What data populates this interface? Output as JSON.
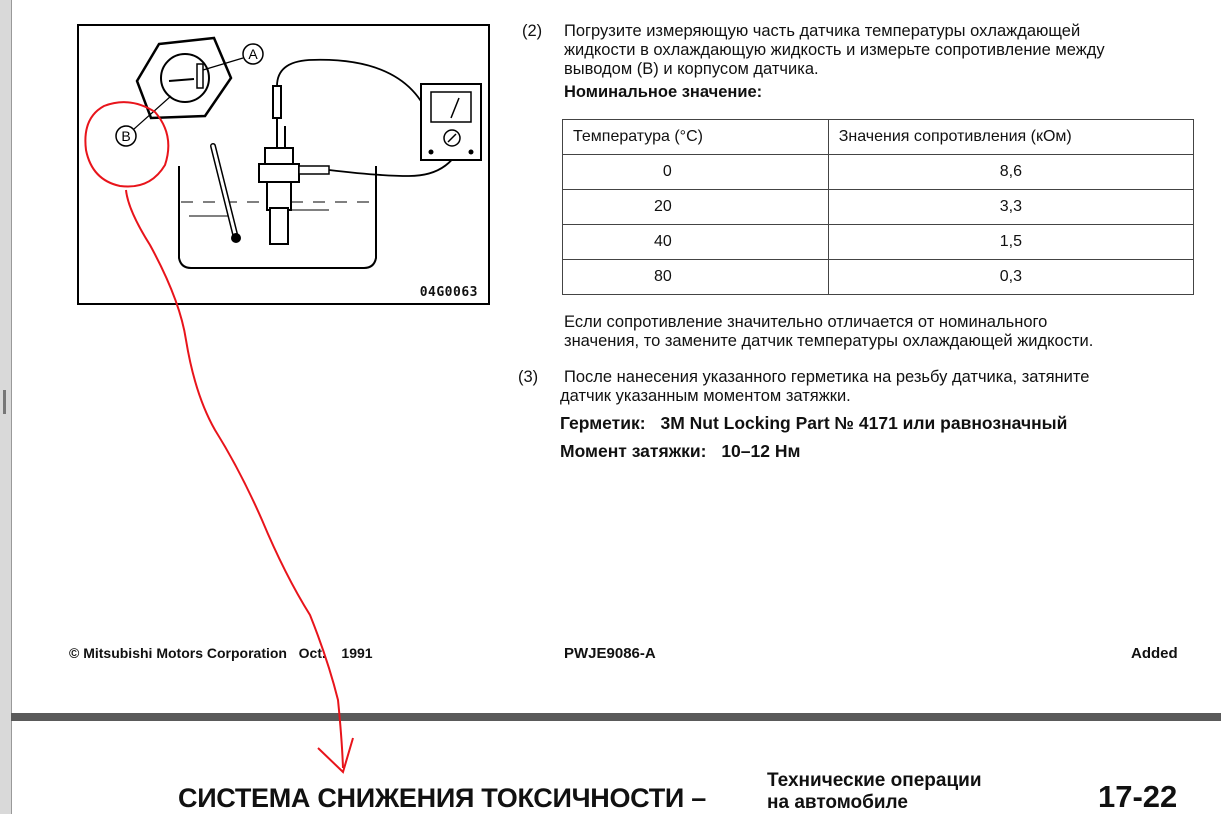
{
  "figure": {
    "code": "04G0063",
    "label_a": "A",
    "label_b": "B"
  },
  "step2": {
    "number": "(2)",
    "text_line1": "Погрузите измеряющую часть датчика температуры охлаждающей",
    "text_line2": "жидкости в охлаждающую жидкость и измерьте сопротивление между",
    "text_line3": "выводом (В) и корпусом датчика.",
    "nominal_heading": "Номинальное значение:"
  },
  "spec_table": {
    "headers": [
      "Температура (°C)",
      "Значения сопротивления (кОм)"
    ],
    "rows": [
      [
        "0",
        "8,6"
      ],
      [
        "20",
        "3,3"
      ],
      [
        "40",
        "1,5"
      ],
      [
        "80",
        "0,3"
      ]
    ]
  },
  "note": {
    "line1": "Если сопротивление значительно отличается от номинального",
    "line2": "значения, то замените датчик температуры охлаждающей жидкости."
  },
  "step3": {
    "number": "(3)",
    "text_line1": "После нанесения указанного герметика на резьбу датчика, затяните",
    "text_line2": "датчик указанным моментом затяжки.",
    "sealant_label": "Герметик:",
    "sealant_value": "3M Nut Locking Part № 4171 или равнозначный",
    "torque_label": "Момент затяжки:",
    "torque_value": "10–12 Нм"
  },
  "footer": {
    "copyright": "© Mitsubishi Motors Corporation   Oct.    1991",
    "doc_code": "PWJE9086-A",
    "status": "Added"
  },
  "next_page": {
    "chapter_title": "СИСТЕМА СНИЖЕНИЯ ТОКСИЧНОСТИ –",
    "chapter_sub_line1": "Технические операции",
    "chapter_sub_line2": "на автомобиле",
    "page_number": "17-22"
  },
  "colors": {
    "annotation": "#e8141b",
    "divider": "#5a5a5a"
  }
}
